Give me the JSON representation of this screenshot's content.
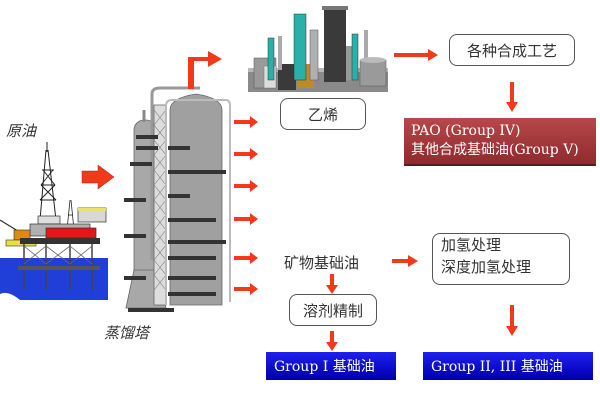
{
  "diagram": {
    "crude_oil_label": "原油",
    "distillation_tower_label": "蒸馏塔",
    "ethylene_label": "乙烯",
    "synthesis_processes_label": "各种合成工艺",
    "synthetic_oils": {
      "line1": "PAO (Group IV)",
      "line2": "其他合成基础油(Group V)"
    },
    "mineral_base_oil_label": "矿物基础油",
    "hydrotreating": {
      "line1": "加氢处理",
      "line2": "深度加氢处理"
    },
    "solvent_refining_label": "溶剂精制",
    "group1_label": "Group I 基础油",
    "group23_label": "Group II, III 基础油",
    "icons": {
      "oil_platform": "oil-platform-icon",
      "distillation_tower": "distillation-tower-icon",
      "chemical_plant": "chemical-plant-icon"
    },
    "colors": {
      "arrow": "#f03a1a",
      "synthetic_box": "#a33a3d",
      "group_box": "#0a0ad0",
      "water": "#1f3fd8"
    }
  }
}
